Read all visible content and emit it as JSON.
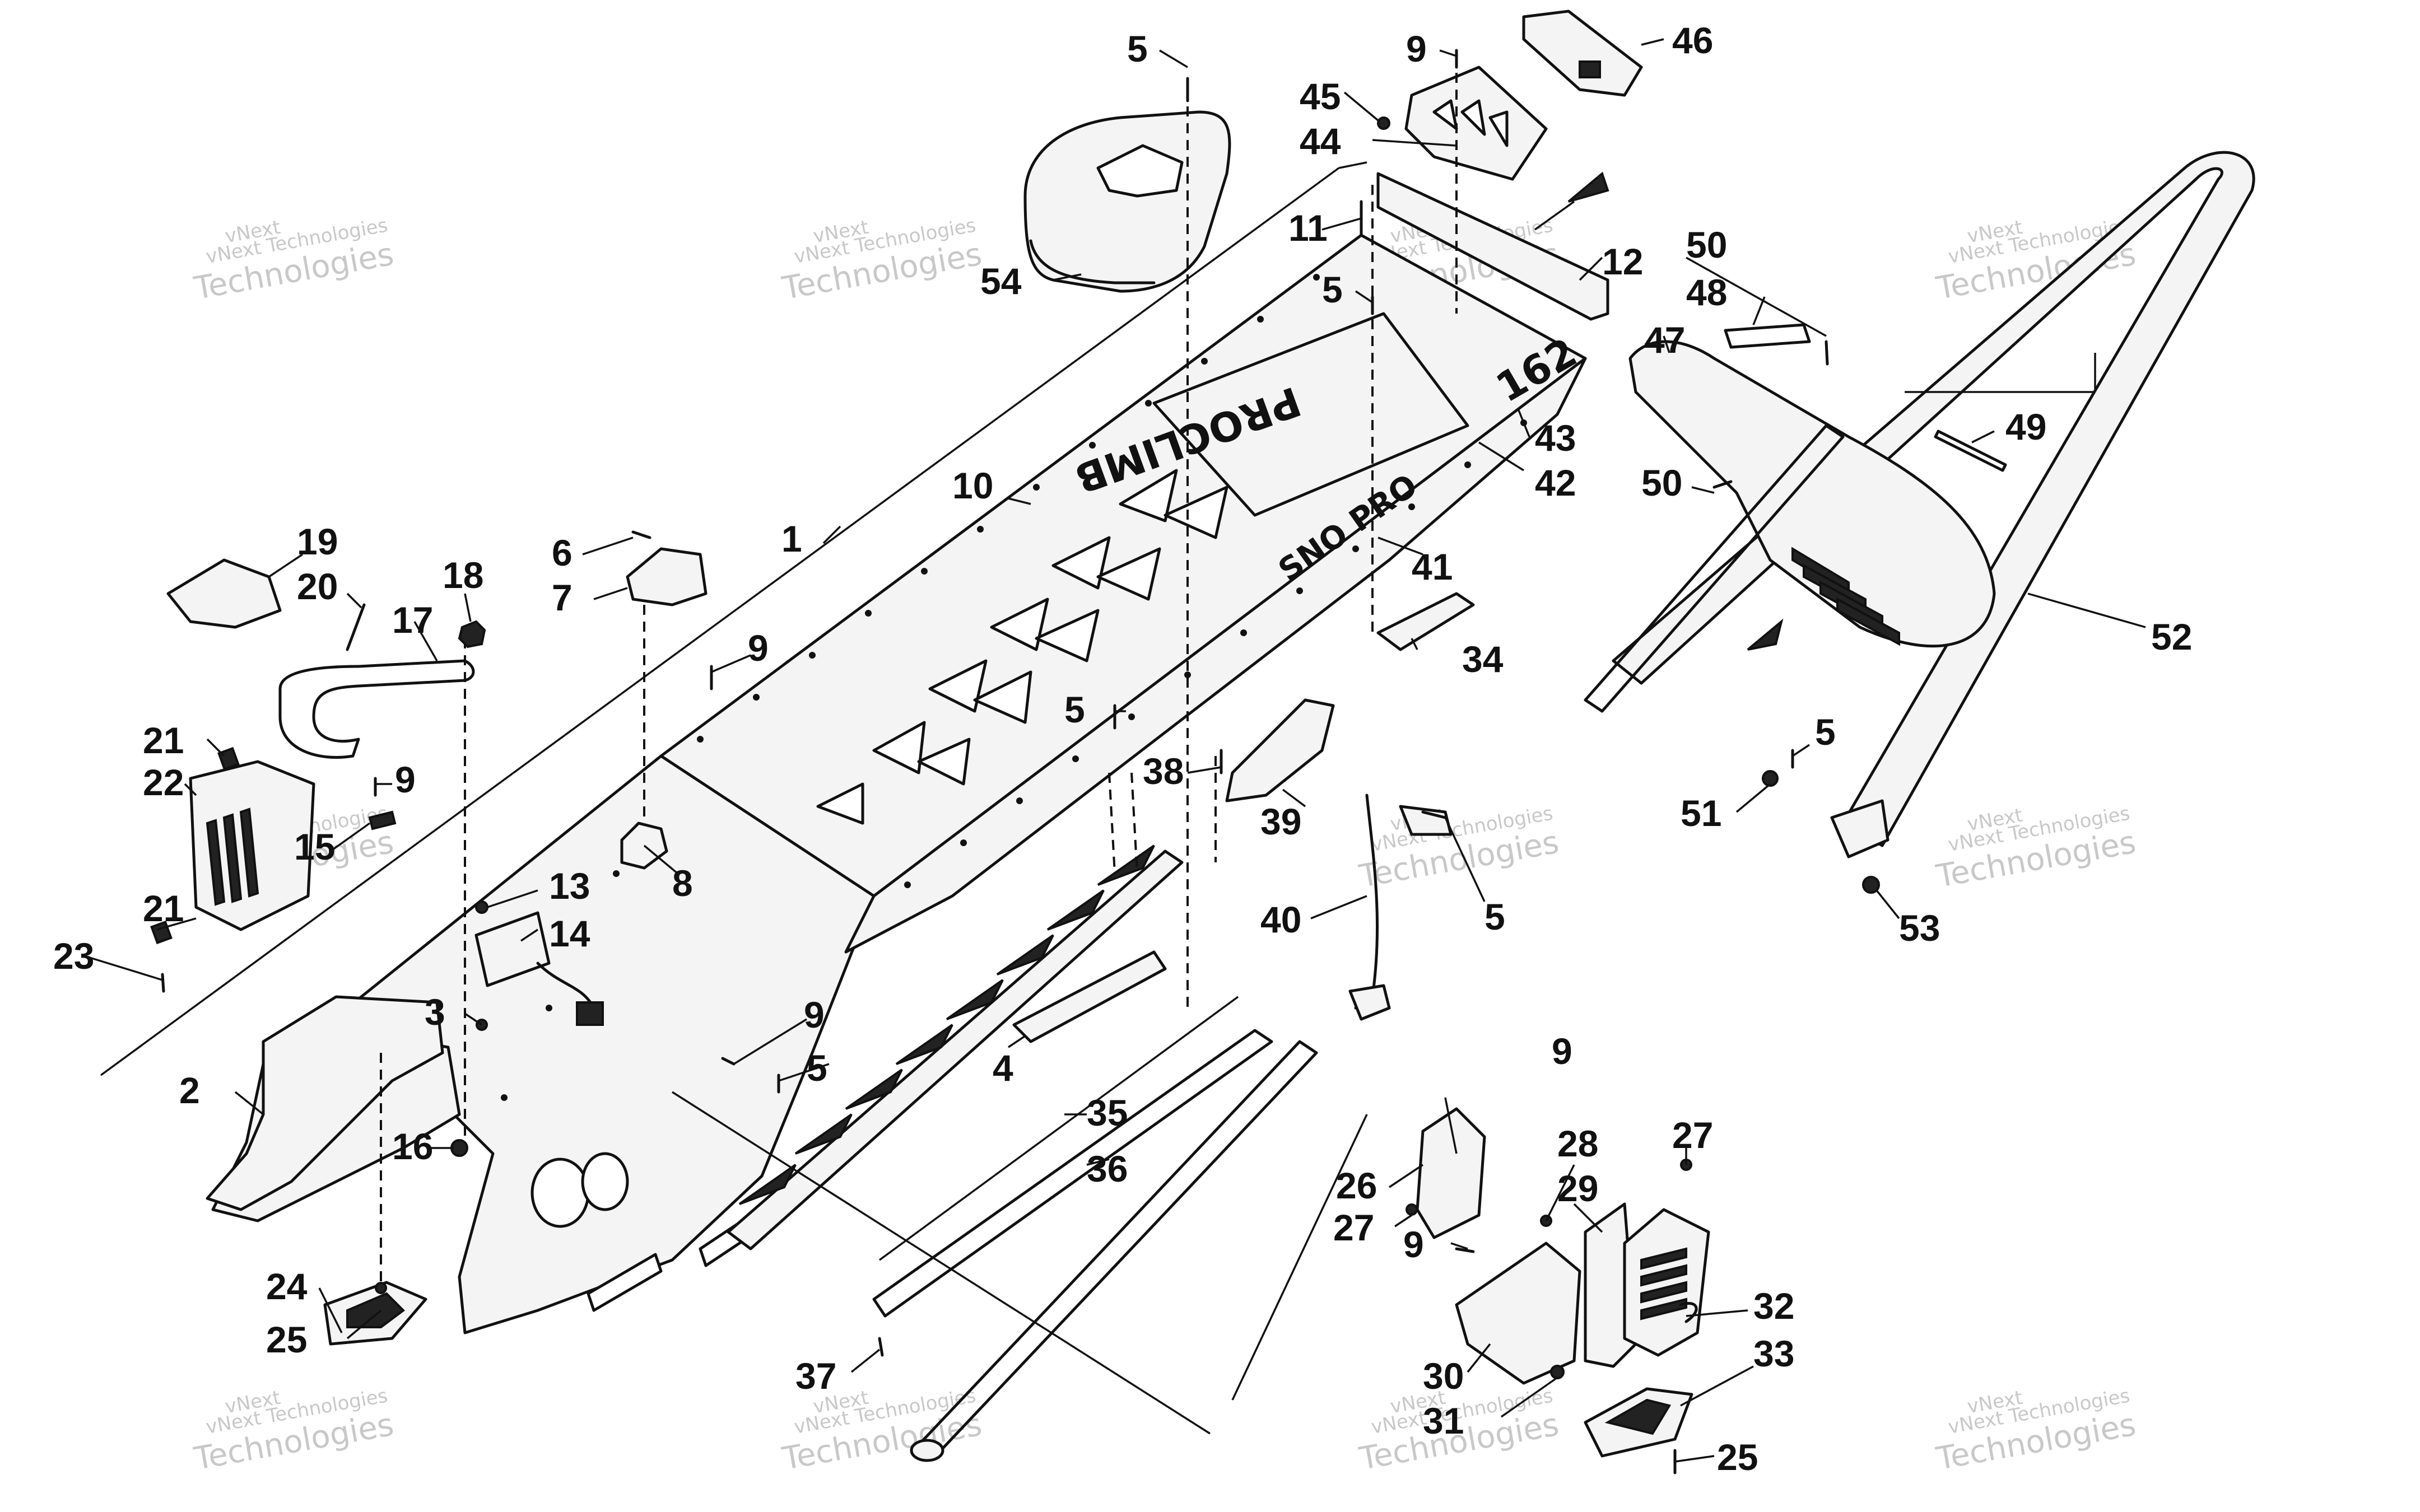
{
  "watermark": {
    "line1": "vNext",
    "line2": "vNext Technologies",
    "line3": "Technologies"
  },
  "decals": {
    "tunnel_brand": "PROCLIMB",
    "tunnel_number": "162",
    "side_model": "SNO PRO"
  },
  "callouts": [
    "1",
    "2",
    "3",
    "4",
    "5",
    "5",
    "5",
    "5",
    "5",
    "5",
    "6",
    "7",
    "8",
    "9",
    "9",
    "9",
    "9",
    "9",
    "9",
    "10",
    "11",
    "12",
    "13",
    "14",
    "15",
    "16",
    "17",
    "18",
    "19",
    "20",
    "21",
    "21",
    "22",
    "23",
    "24",
    "25",
    "25",
    "26",
    "27",
    "27",
    "28",
    "29",
    "30",
    "31",
    "32",
    "33",
    "34",
    "35",
    "36",
    "37",
    "38",
    "39",
    "40",
    "41",
    "42",
    "43",
    "44",
    "45",
    "46",
    "47",
    "48",
    "49",
    "50",
    "50",
    "51",
    "52",
    "53",
    "54"
  ]
}
